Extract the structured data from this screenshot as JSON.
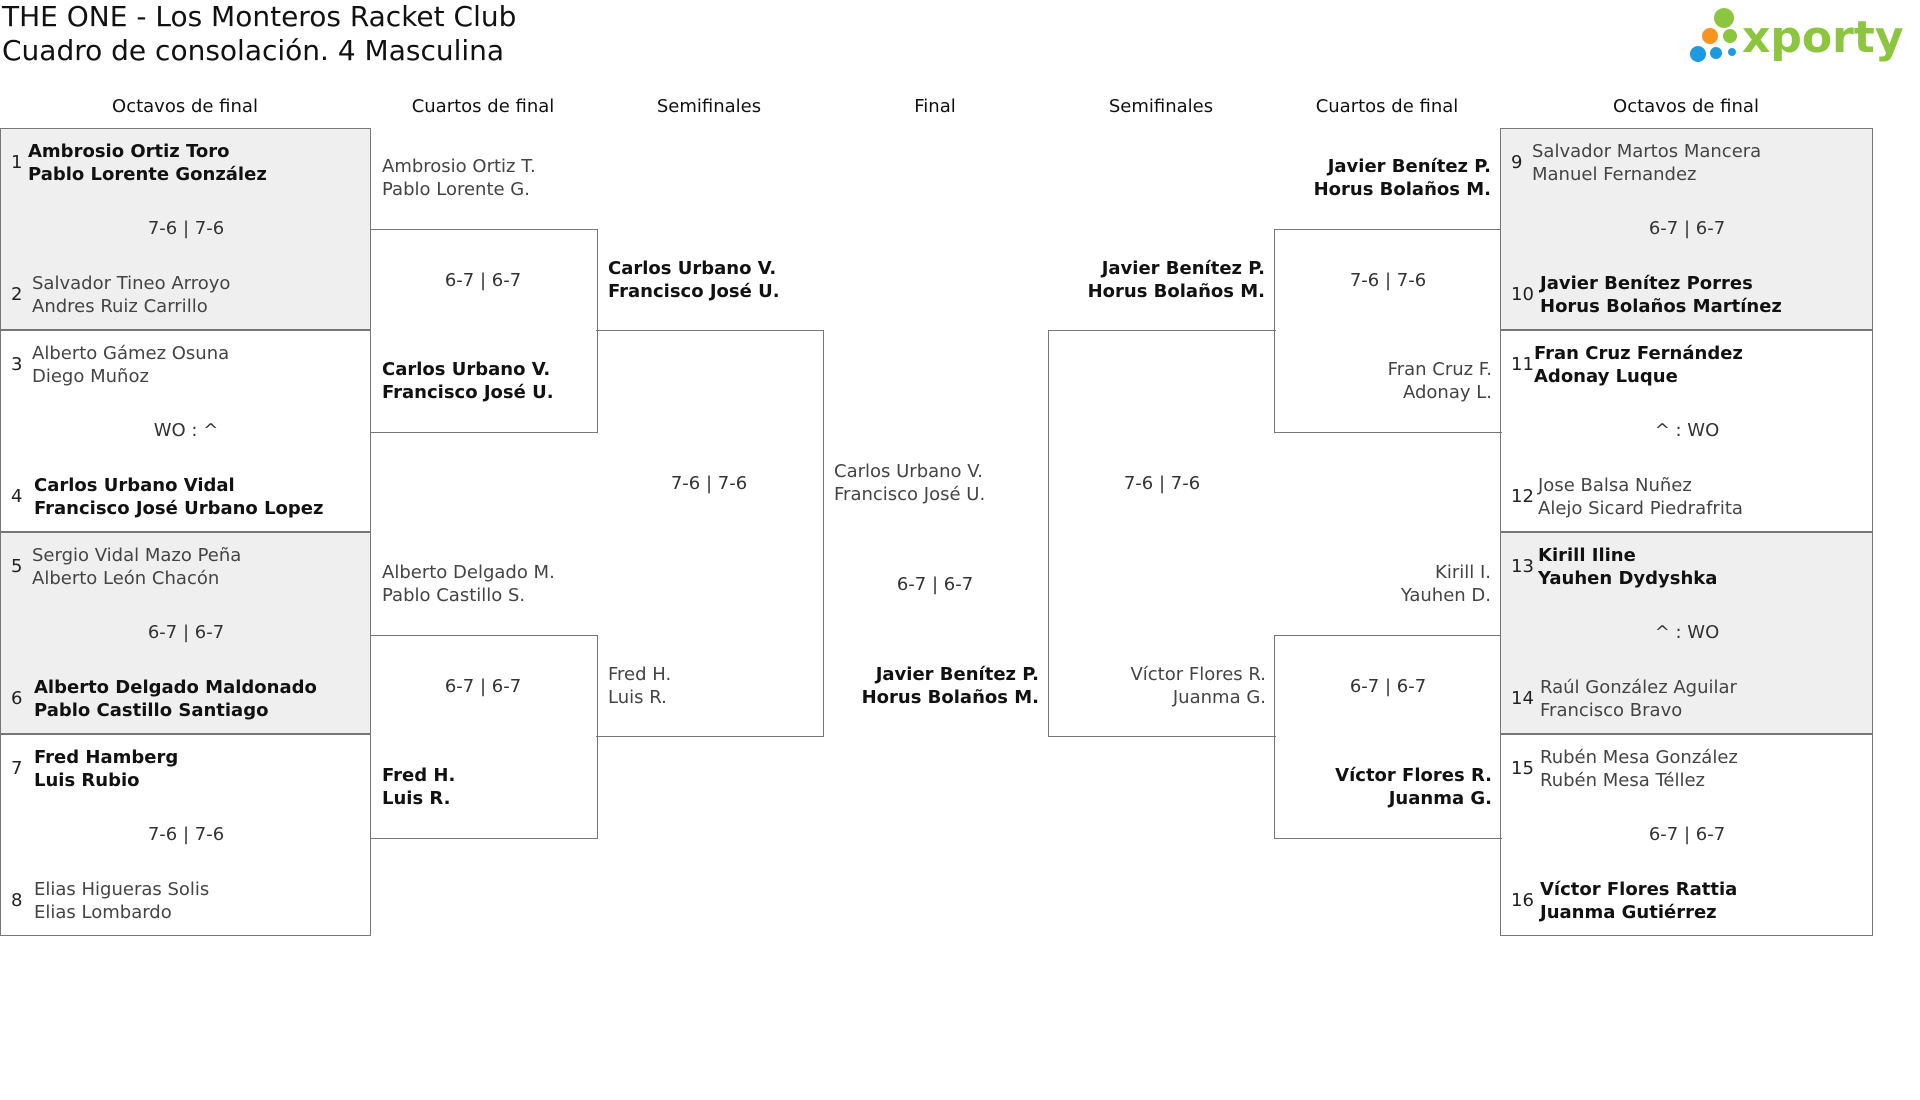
{
  "header": {
    "title_line1": "THE ONE - Los Monteros Racket Club",
    "title_line2": "Cuadro de consolación. 4 Masculina",
    "logo_text": "xporty"
  },
  "rounds_left": [
    "Octavos de final",
    "Cuartos de final",
    "Semifinales"
  ],
  "round_final": "Final",
  "rounds_right": [
    "Semifinales",
    "Cuartos de final",
    "Octavos de final"
  ],
  "r16_left": [
    {
      "seed_a": "1",
      "a1": "Ambrosio Ortiz Toro",
      "a2": "Pablo Lorente González",
      "score": "7-6 | 7-6",
      "seed_b": "2",
      "b1": "Salvador Tineo Arroyo",
      "b2": "Andres Ruiz Carrillo"
    },
    {
      "seed_a": "3",
      "a1": "Alberto Gámez Osuna",
      "a2": "Diego Muñoz",
      "score": "WO : ^",
      "seed_b": "4",
      "b1": "Carlos Urbano Vidal",
      "b2": "Francisco José Urbano Lopez"
    },
    {
      "seed_a": "5",
      "a1": "Sergio Vidal Mazo Peña",
      "a2": "Alberto León Chacón",
      "score": "6-7 | 6-7",
      "seed_b": "6",
      "b1": "Alberto Delgado Maldonado",
      "b2": "Pablo Castillo Santiago"
    },
    {
      "seed_a": "7",
      "a1": "Fred Hamberg",
      "a2": "Luis Rubio",
      "score": "7-6 | 7-6",
      "seed_b": "8",
      "b1": "Elias Higueras Solis",
      "b2": "Elias Lombardo"
    }
  ],
  "qf_left": [
    {
      "a1": "Ambrosio Ortiz T.",
      "a2": "Pablo Lorente G.",
      "score": "6-7 | 6-7",
      "b1": "Carlos Urbano V.",
      "b2": "Francisco José U."
    },
    {
      "a1": "Alberto Delgado M.",
      "a2": "Pablo Castillo S.",
      "score": "6-7 | 6-7",
      "b1": "Fred H.",
      "b2": "Luis R."
    }
  ],
  "sf_left": {
    "a1": "Carlos Urbano V.",
    "a2": "Francisco José U.",
    "score": "7-6 | 7-6",
    "b1": "Fred H.",
    "b2": "Luis R."
  },
  "final": {
    "a1": "Carlos Urbano V.",
    "a2": "Francisco José U.",
    "score": "6-7 | 6-7",
    "b1": "Javier Benítez P.",
    "b2": "Horus Bolaños M."
  },
  "sf_right": {
    "a1": "Javier Benítez P.",
    "a2": "Horus Bolaños M.",
    "score": "7-6 | 7-6",
    "b1": "Víctor Flores R.",
    "b2": "Juanma G."
  },
  "qf_right": [
    {
      "a1": "Javier Benítez P.",
      "a2": "Horus Bolaños M.",
      "score": "7-6 | 7-6",
      "b1": "Fran Cruz F.",
      "b2": "Adonay L."
    },
    {
      "a1": "Kirill I.",
      "a2": "Yauhen D.",
      "score": "6-7 | 6-7",
      "b1": "Víctor Flores R.",
      "b2": "Juanma G."
    }
  ],
  "r16_right": [
    {
      "seed_a": "9",
      "a1": "Salvador Martos Mancera",
      "a2": "Manuel Fernandez",
      "score": "6-7 | 6-7",
      "seed_b": "10",
      "b1": "Javier Benítez Porres",
      "b2": "Horus Bolaños Martínez"
    },
    {
      "seed_a": "11",
      "a1": "Fran Cruz Fernández",
      "a2": "Adonay Luque",
      "score": "^ : WO",
      "seed_b": "12",
      "b1": "Jose Balsa Nuñez",
      "b2": "Alejo Sicard Piedrafrita"
    },
    {
      "seed_a": "13",
      "a1": "Kirill Iline",
      "a2": "Yauhen Dydyshka",
      "score": "^ : WO",
      "seed_b": "14",
      "b1": "Raúl González Aguilar",
      "b2": "Francisco Bravo"
    },
    {
      "seed_a": "15",
      "a1": "Rubén Mesa González",
      "a2": "Rubén Mesa Téllez",
      "score": "6-7 | 6-7",
      "seed_b": "16",
      "b1": "Víctor Flores Rattia",
      "b2": "Juanma Gutiérrez"
    }
  ],
  "colors": {
    "box_border": "#777777",
    "grey_fill": "#efefef",
    "logo_green": "#8cc63f",
    "logo_orange": "#f7941d",
    "logo_blue": "#1e9be0"
  }
}
